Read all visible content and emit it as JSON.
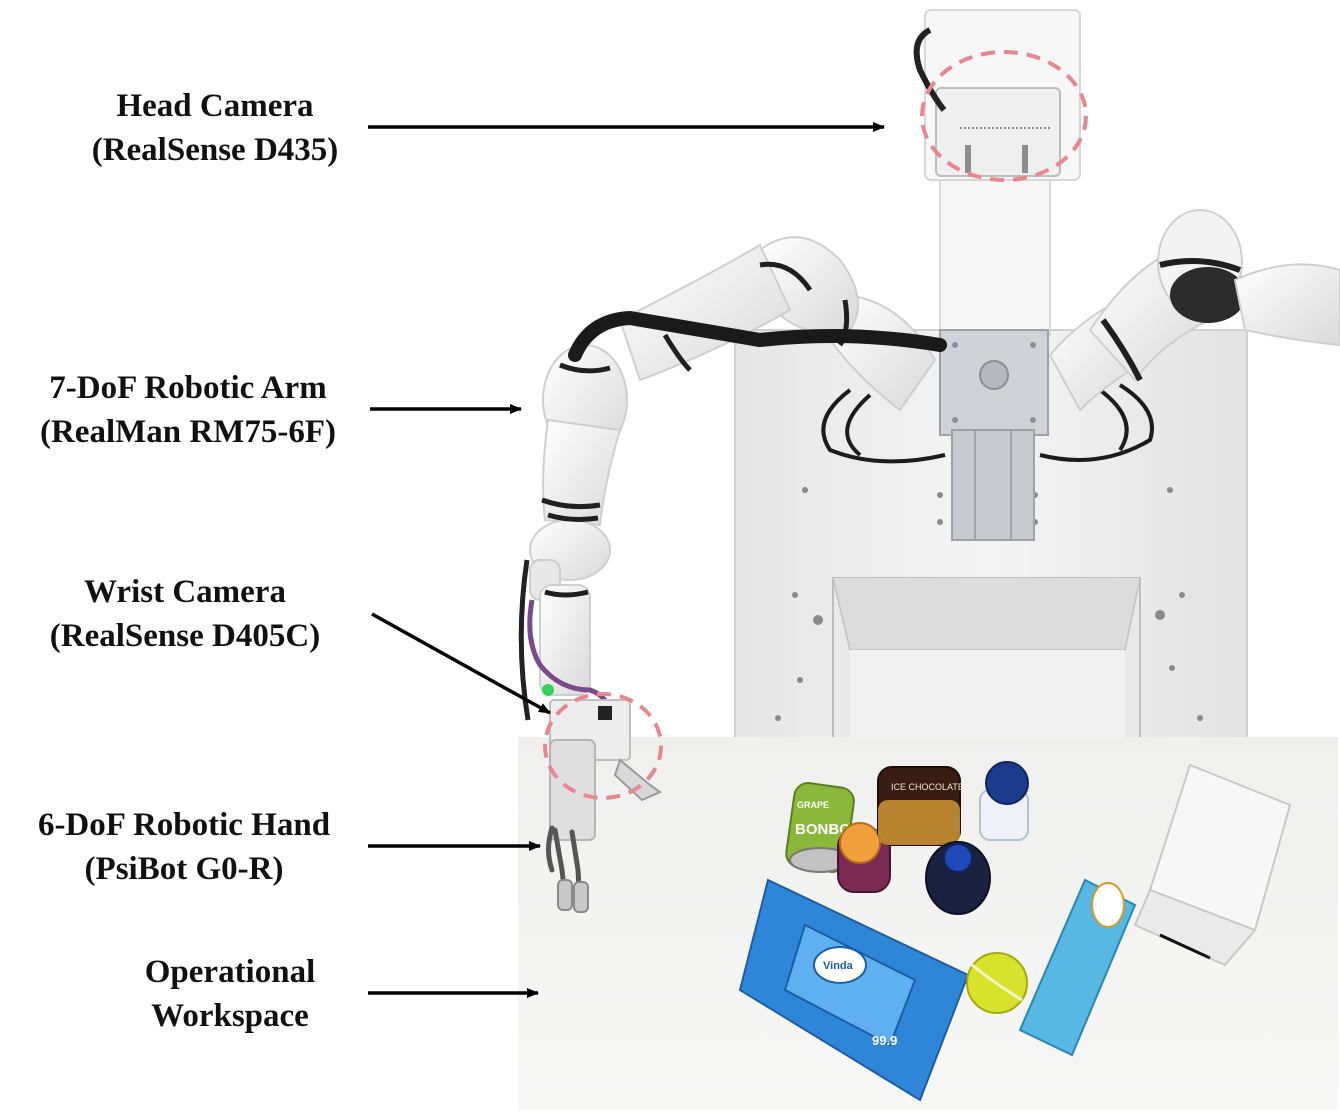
{
  "labels": {
    "head_camera": {
      "line1": "Head Camera",
      "line2": "(RealSense D435)"
    },
    "robotic_arm": {
      "line1": "7-DoF Robotic Arm",
      "line2": "(RealMan RM75-6F)"
    },
    "wrist_camera": {
      "line1": "Wrist Camera",
      "line2": "(RealSense D405C)"
    },
    "robotic_hand": {
      "line1": "6-DoF Robotic Hand",
      "line2": "(PsiBot G0-R)"
    },
    "workspace": {
      "line1": "Operational",
      "line2": "Workspace"
    }
  },
  "objects": {
    "can_text": "BONBON",
    "can_top_text": "GRAPE",
    "chocolate_text": "ICE CHOCOLATE",
    "wipes_brand": "Vinda",
    "wipes_number": "99.9"
  },
  "colors": {
    "highlight_circle": "#e8888e",
    "arrow": "#000000",
    "robot_white": "#f2f2f2",
    "table": "#f4f4f3",
    "wipes_blue": "#2f86d8",
    "box_cyan": "#57b8e4",
    "ball_yellow": "#d9e22a"
  }
}
